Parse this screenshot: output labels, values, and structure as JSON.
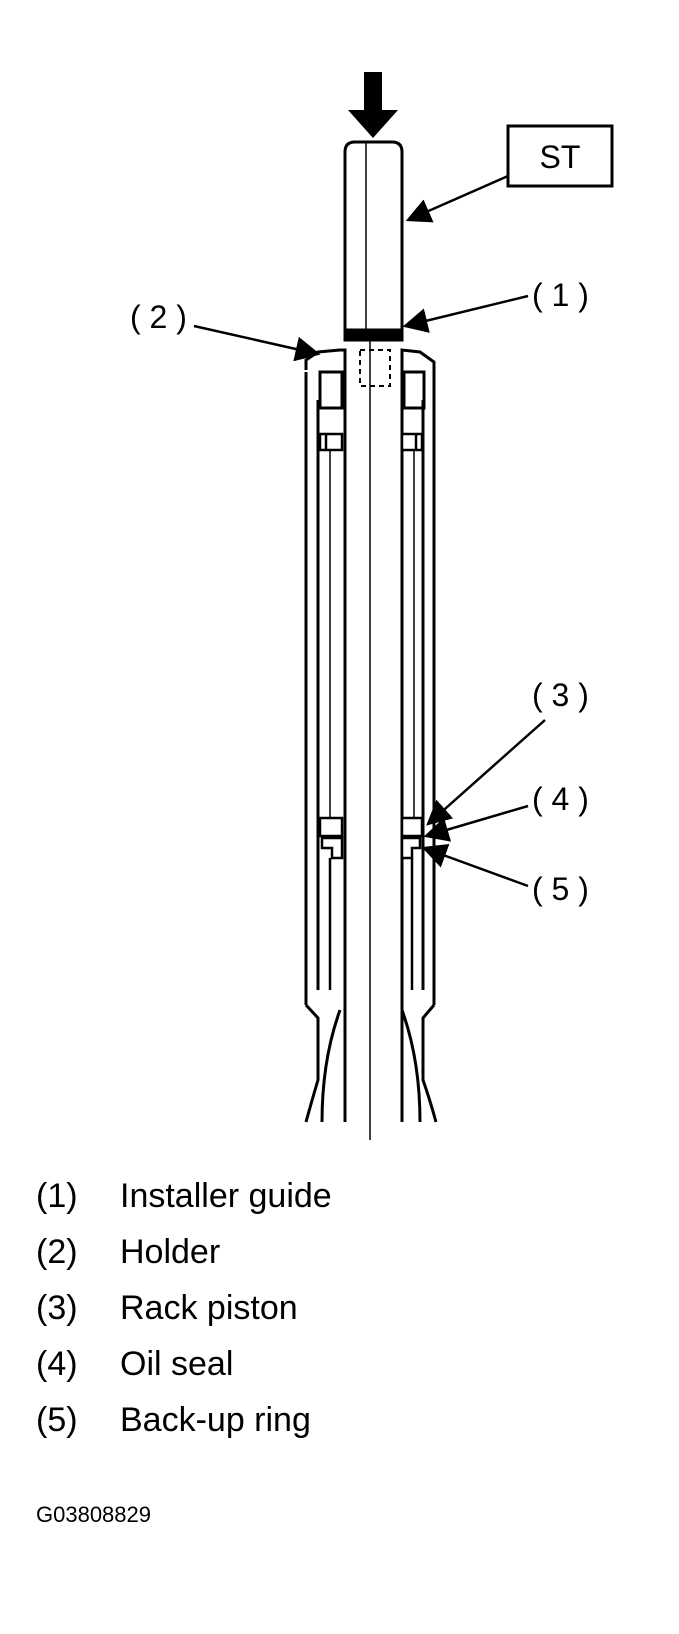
{
  "diagram": {
    "st_label": "ST",
    "callouts": [
      "( 1 )",
      "( 2 )",
      "( 3 )",
      "( 4 )",
      "( 5 )"
    ]
  },
  "legend": [
    {
      "num": "(1)",
      "text": "Installer guide"
    },
    {
      "num": "(2)",
      "text": "Holder"
    },
    {
      "num": "(3)",
      "text": "Rack piston"
    },
    {
      "num": "(4)",
      "text": "Oil seal"
    },
    {
      "num": "(5)",
      "text": "Back-up ring"
    }
  ],
  "figure_code": "G03808829"
}
